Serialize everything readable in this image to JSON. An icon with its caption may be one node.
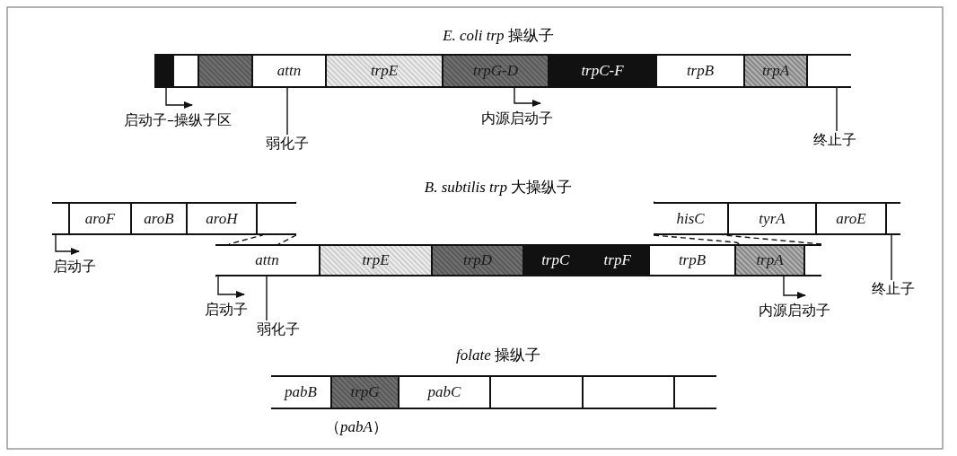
{
  "diagram": {
    "nodes": [
      {
        "text": [],
        "shape": "box"
      },
      {
        "text": [],
        "shape": "box"
      },
      {
        "text": [],
        "shape": "box"
      },
      {
        "text": [
          "attn"
        ]
      },
      {
        "text": [
          "trpE"
        ]
      },
      {
        "text": [
          "trpG-D"
        ]
      },
      {
        "text": [
          "trpC-F"
        ]
      },
      {
        "text": [
          "trpB"
        ]
      },
      {
        "text": [
          "trpA"
        ]
      },
      {
        "text": [],
        "shape": "box"
      },
      {
        "text": [
          "弱化子"
        ]
      },
      {
        "text": [
          "终止子"
        ]
      },
      {
        "text": [],
        "shape": "box"
      },
      {
        "text": [
          "aroF"
        ]
      },
      {
        "text": [
          "aroB"
        ]
      },
      {
        "text": [
          "aroH"
        ]
      },
      {
        "text": [],
        "shape": "box"
      },
      {
        "text": [
          "attn"
        ]
      },
      {
        "text": [
          "trpE"
        ]
      },
      {
        "text": [
          "trpD"
        ]
      },
      {
        "text": [
          "trpC",
          "trpF"
        ]
      },
      {
        "text": [
          "trpB"
        ]
      },
      {
        "text": [
          "trpA"
        ]
      },
      {
        "text": [],
        "shape": "box"
      },
      {
        "text": [
          "hisC"
        ]
      },
      {
        "text": [
          "tyrA"
        ]
      },
      {
        "text": [
          "aroE"
        ]
      },
      {
        "text": [],
        "shape": "box"
      },
      {
        "text": [
          "弱化子"
        ]
      },
      {
        "text": [
          "终止子"
        ]
      },
      {
        "text": [
          "pabB"
        ]
      },
      {
        "text": [
          "trpG"
        ],
        "beside": [
          "（*pabA*）"
        ]
      },
      {
        "text": [
          "pabC"
        ]
      },
      {
        "text": [],
        "shape": "box"
      },
      {
        "text": [],
        "shape": "box"
      },
      {
        "text": [],
        "shape": "box"
      },
      {
        "text": [
          "启动子–操纵子区"
        ]
      },
      {
        "text": [
          "内源启动子"
        ]
      },
      {
        "text": [
          "启动子"
        ]
      },
      {
        "text": [
          "启动子"
        ]
      },
      {
        "text": [
          "内源启动子"
        ]
      }
    ],
    "edges": [
      {
        "from": 10,
        "to": 3,
        "arrow": "none"
      },
      {
        "from": 11,
        "to": 9,
        "arrow": "none"
      },
      {
        "from": 28,
        "to": 17,
        "arrow": "none"
      },
      {
        "from": 29,
        "to": 27,
        "arrow": "none"
      },
      {
        "from": 16,
        "to": 17,
        "arrow": "none",
        "style": "dashed"
      },
      {
        "from": 16,
        "to": 17,
        "arrow": "none",
        "style": "dashed"
      },
      {
        "from": 24,
        "to": 23,
        "arrow": "none",
        "style": "dashed"
      },
      {
        "from": 24,
        "to": 22,
        "arrow": "none",
        "style": "dashed"
      },
      {
        "from": 0,
        "to": 36,
        "arrow": "to"
      },
      {
        "from": 5,
        "to": 37,
        "arrow": "to"
      },
      {
        "from": 12,
        "to": 38,
        "arrow": "to"
      },
      {
        "from": 17,
        "to": 39,
        "arrow": "to"
      },
      {
        "from": 22,
        "to": 40,
        "arrow": "to"
      }
    ],
    "labels": [
      "*E. coli trp* 操纵子",
      "*B. subtilis trp* 大操纵子",
      "*folate* 操纵子"
    ]
  }
}
